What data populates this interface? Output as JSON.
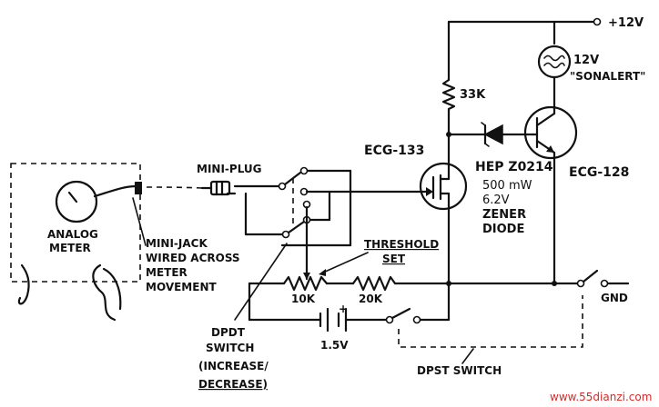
{
  "labels": {
    "supply": "+12V",
    "alert_voltage": "12V",
    "alert_name": "\"SONALERT\"",
    "resistor_33k": "33K",
    "fet": "ECG-133",
    "zener_part": "HEP Z0214",
    "zener_power": "500 mW",
    "zener_voltage": "6.2V",
    "zener_word1": "ZENER",
    "zener_word2": "DIODE",
    "transistor": "ECG-128",
    "mini_plug": "MINI-PLUG",
    "analog1": "ANALOG",
    "analog2": "METER",
    "minijack1": "MINI-JACK",
    "minijack2": "WIRED ACROSS",
    "minijack3": "METER",
    "minijack4": "MOVEMENT",
    "threshold1": "THRESHOLD",
    "threshold2": "SET",
    "pot_10k": "10K",
    "res_20k": "20K",
    "battery": "1.5V",
    "gnd": "GND",
    "dpdt1": "DPDT",
    "dpdt2": "SWITCH",
    "dpdt3": "(INCREASE/",
    "dpdt4": "DECREASE)",
    "dpst": "DPST SWITCH",
    "battery_plus": "+",
    "watermark": "www.55dianzi.com"
  }
}
